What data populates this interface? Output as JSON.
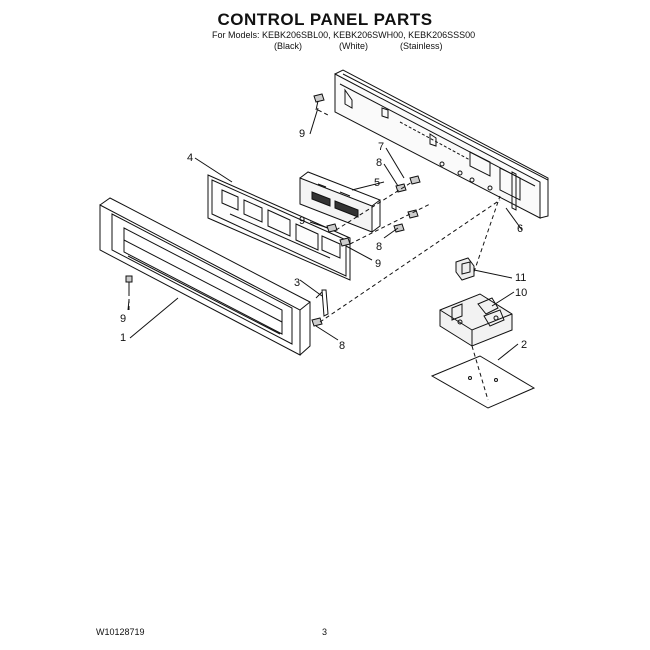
{
  "header": {
    "title": "CONTROL PANEL PARTS",
    "models_label": "For Models:",
    "models": "KEBK206SBL00, KEBK206SWH00, KEBK206SSS00",
    "variants": [
      "(Black)",
      "(White)",
      "(Stainless)"
    ]
  },
  "callouts": {
    "c1": "1",
    "c2": "2",
    "c3": "3",
    "c4": "4",
    "c5": "5",
    "c6": "6",
    "c7": "7",
    "c8a": "8",
    "c8b": "8",
    "c8c": "8",
    "c9a": "9",
    "c9b": "9",
    "c9c": "9",
    "c9d": "9",
    "c10": "10",
    "c11": "11"
  },
  "footer": {
    "doc_code": "W10128719",
    "page": "3"
  }
}
